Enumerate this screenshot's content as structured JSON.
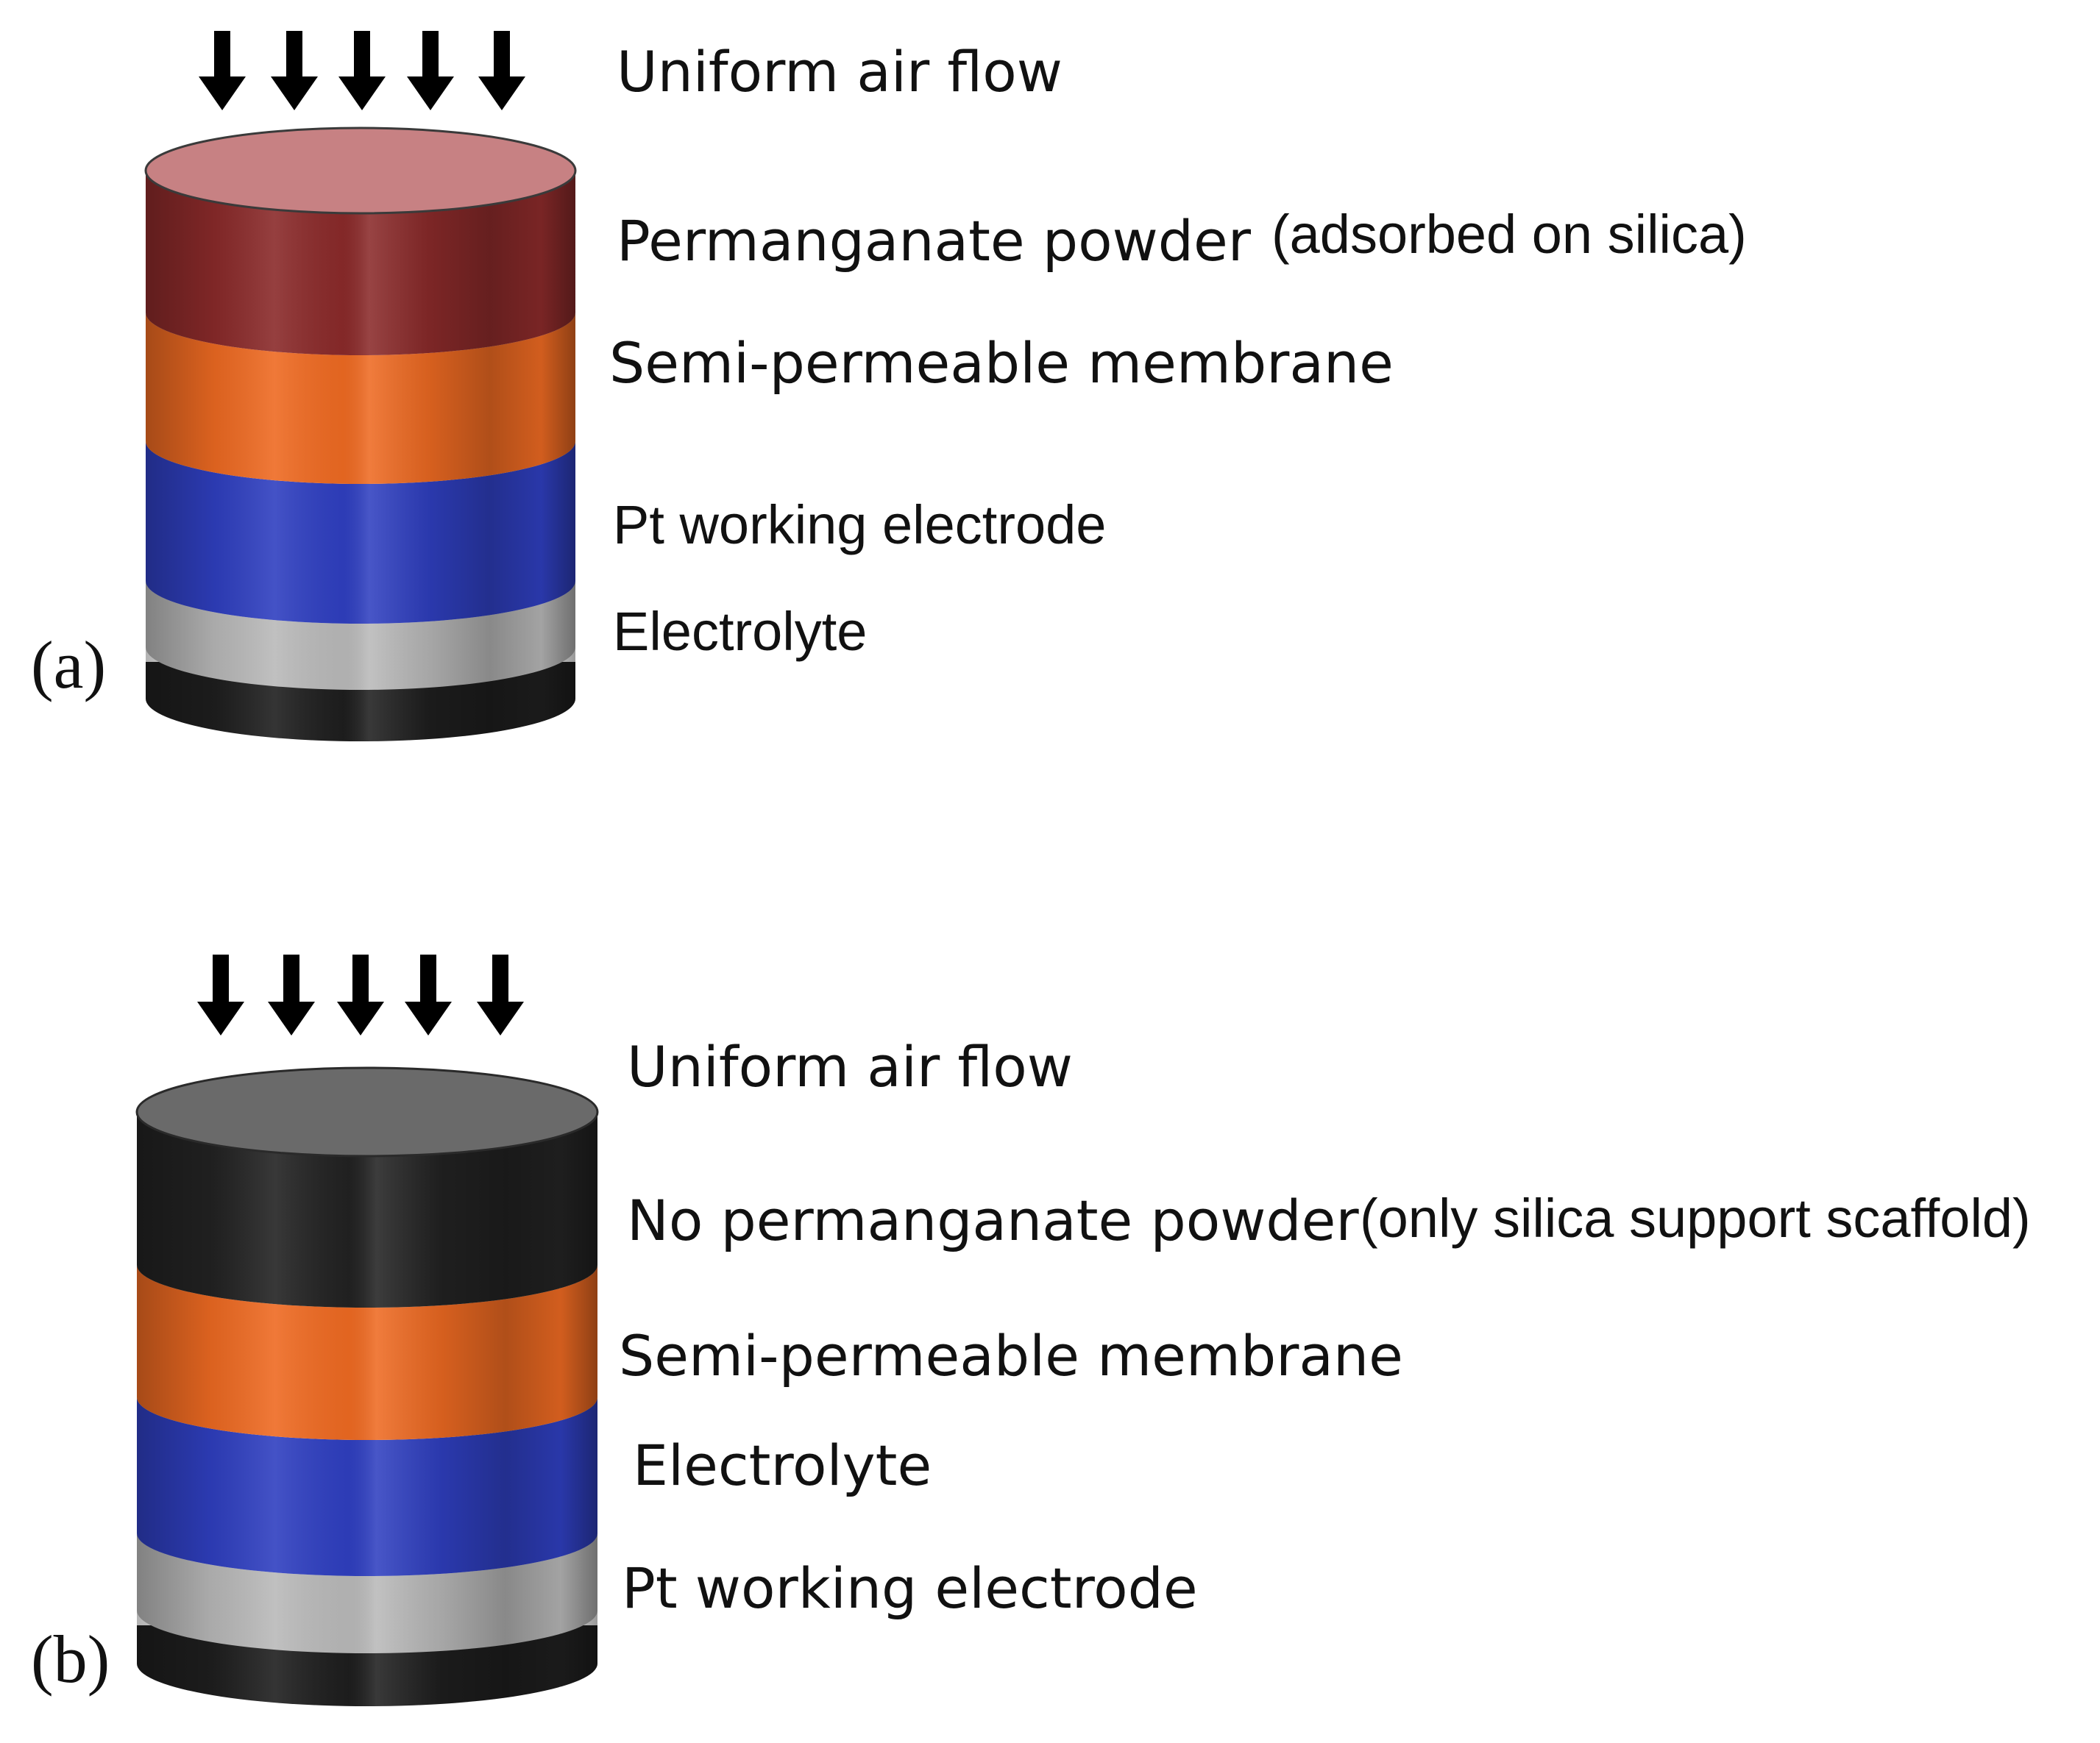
{
  "colors": {
    "powder_top": "#c78183",
    "powder_side": "#8a2a2a",
    "membrane": "#ee6a22",
    "electrode_blue": "#2f3fc0",
    "electrolyte_grey": "#b9b9b9",
    "base_black": "#1e1e1e",
    "scaffold_top": "#6a6a6a",
    "scaffold_side": "#222222",
    "arrow": "#000000"
  },
  "icons": [
    "down-arrow-icon"
  ],
  "panel_a": {
    "tag": "(a)",
    "labels": {
      "air_flow": "Uniform air flow",
      "layer1": "Permanganate powder",
      "layer1_note": "(adsorbed on silica)",
      "layer2": "Semi-permeable membrane",
      "layer3": "Pt working electrode",
      "layer4": "Electrolyte"
    }
  },
  "panel_b": {
    "tag": "(b)",
    "labels": {
      "air_flow": "Uniform air flow",
      "layer1": "No permanganate powder",
      "layer1_note": "(only silica support scaffold)",
      "layer2": "Semi-permeable membrane",
      "layer3": "Electrolyte",
      "layer4": "Pt working electrode"
    }
  }
}
